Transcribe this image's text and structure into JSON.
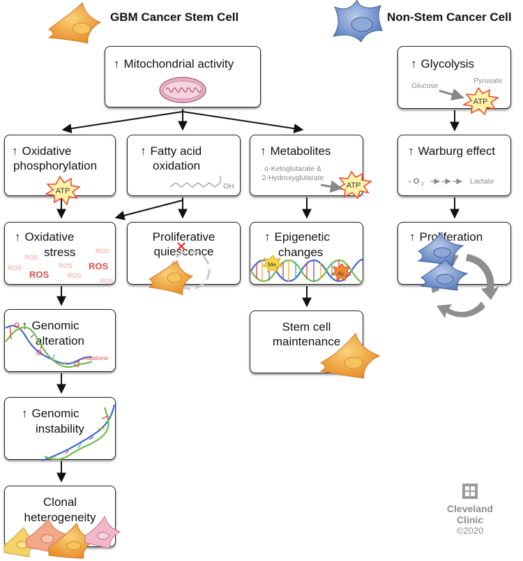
{
  "headers": {
    "left": "GBM Cancer Stem Cell",
    "right": "Non-Stem Cancer Cell"
  },
  "boxes": {
    "mito": "Mitochondrial activity",
    "oxphos_line1": "Oxidative",
    "oxphos_line2": "phosphorylation",
    "fao_line1": "Fatty acid",
    "fao_line2": "oxidation",
    "metabolites": "Metabolites",
    "metabolites_sub1": "α-Ketoglutarate &",
    "metabolites_sub2": "2-Hydroxyglutarate",
    "oxstress_line1": "Oxidative",
    "oxstress_line2": "stress",
    "quiescence_line1": "Proliferative",
    "quiescence_line2": "quiescence",
    "epigenetic_line1": "Epigenetic",
    "epigenetic_line2": "changes",
    "genomic_alt_line1": "Genomic",
    "genomic_alt_line2": "alteration",
    "mutations": "mutations",
    "stem_maint_line1": "Stem cell",
    "stem_maint_line2": "maintenance",
    "instability_line1": "Genomic",
    "instability_line2": "instability",
    "clonal_line1": "Clonal",
    "clonal_line2": "heterogeneity",
    "glycolysis": "Glycolysis",
    "glucose": "Glucose",
    "pyruvate": "Pyruvate",
    "warburg": "Warburg effect",
    "o2": "- O",
    "o2_sub": "2",
    "lactate": "Lactate",
    "proliferation": "Proliferation"
  },
  "badges": {
    "atp": "ATP",
    "me": "Me",
    "ac": "Ac",
    "oh": "OH"
  },
  "ros": {
    "large": "ROS",
    "small": "ROS"
  },
  "logo": {
    "line1": "Cleveland",
    "line2": "Clinic",
    "line3": "©2020"
  },
  "icons": {
    "up_arrow": "↑"
  },
  "colors": {
    "stem_cell": "#f3a93a",
    "non_stem_cell": "#6f8fc7",
    "ros": "#d9534f",
    "atp_burst": "#e8402a"
  }
}
